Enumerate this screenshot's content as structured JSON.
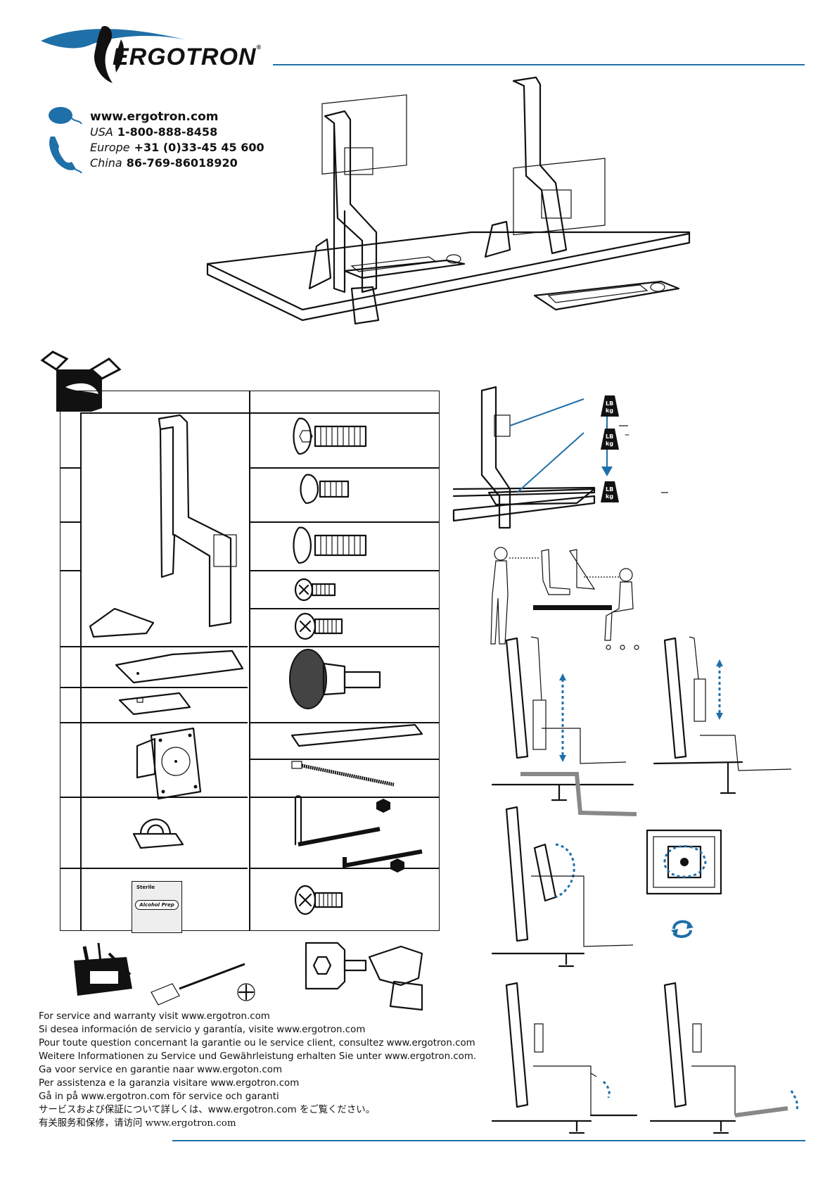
{
  "brand": {
    "name": "ERGOTRON",
    "registered": "®",
    "colors": {
      "accent": "#1f6fa8",
      "ink": "#111111"
    }
  },
  "contact": {
    "website": "www.ergotron.com",
    "phones": [
      {
        "region": "USA",
        "number": "1-800-888-8458"
      },
      {
        "region": "Europe",
        "number": "+31 (0)33-45 45 600"
      },
      {
        "region": "China",
        "number": "86-769-86018920"
      }
    ]
  },
  "parts": {
    "alcohol_pad": {
      "top": "Sterile",
      "label": "Alcohol Prep"
    }
  },
  "icons": [
    "mouse-web-icon",
    "phone-icon",
    "open-box-icon",
    "toolbox-icon",
    "phillips-screwdriver-icon",
    "drill-socket-icon",
    "weight-icon",
    "rotate-icon"
  ],
  "weights": {
    "label_top": "LB",
    "label_bottom": "kg",
    "dash1": "–",
    "dash2": "–"
  },
  "service": [
    "For service and warranty visit www.ergotron.com",
    "Si desea información de servicio y garantía, visite www.ergotron.com",
    "Pour toute question concernant la garantie ou le service client, consultez www.ergotron.com",
    "Weitere Informationen zu Service und Gewährleistung erhalten Sie unter www.ergotron.com.",
    "Ga voor service en garantie naar www.ergoton.com",
    "Per assistenza e la garanzia visitare www.ergotron.com",
    "Gå in på www.ergotron.com för service och garanti",
    "サービスおよび保証について詳しくは、www.ergotron.com をご覧ください。",
    "有关服务和保修，请访问 www.ergotron.com"
  ]
}
